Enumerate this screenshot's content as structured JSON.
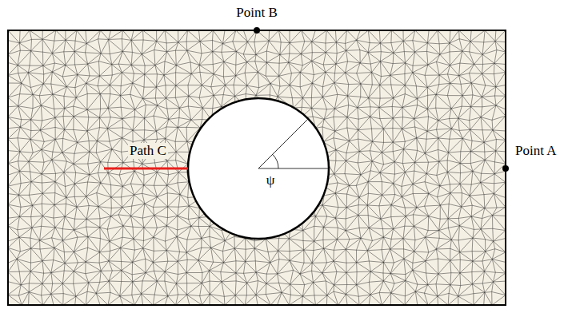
{
  "diagram": {
    "labels": [
      "Point B",
      "Path C",
      "ψ",
      "Point A"
    ]
  }
}
